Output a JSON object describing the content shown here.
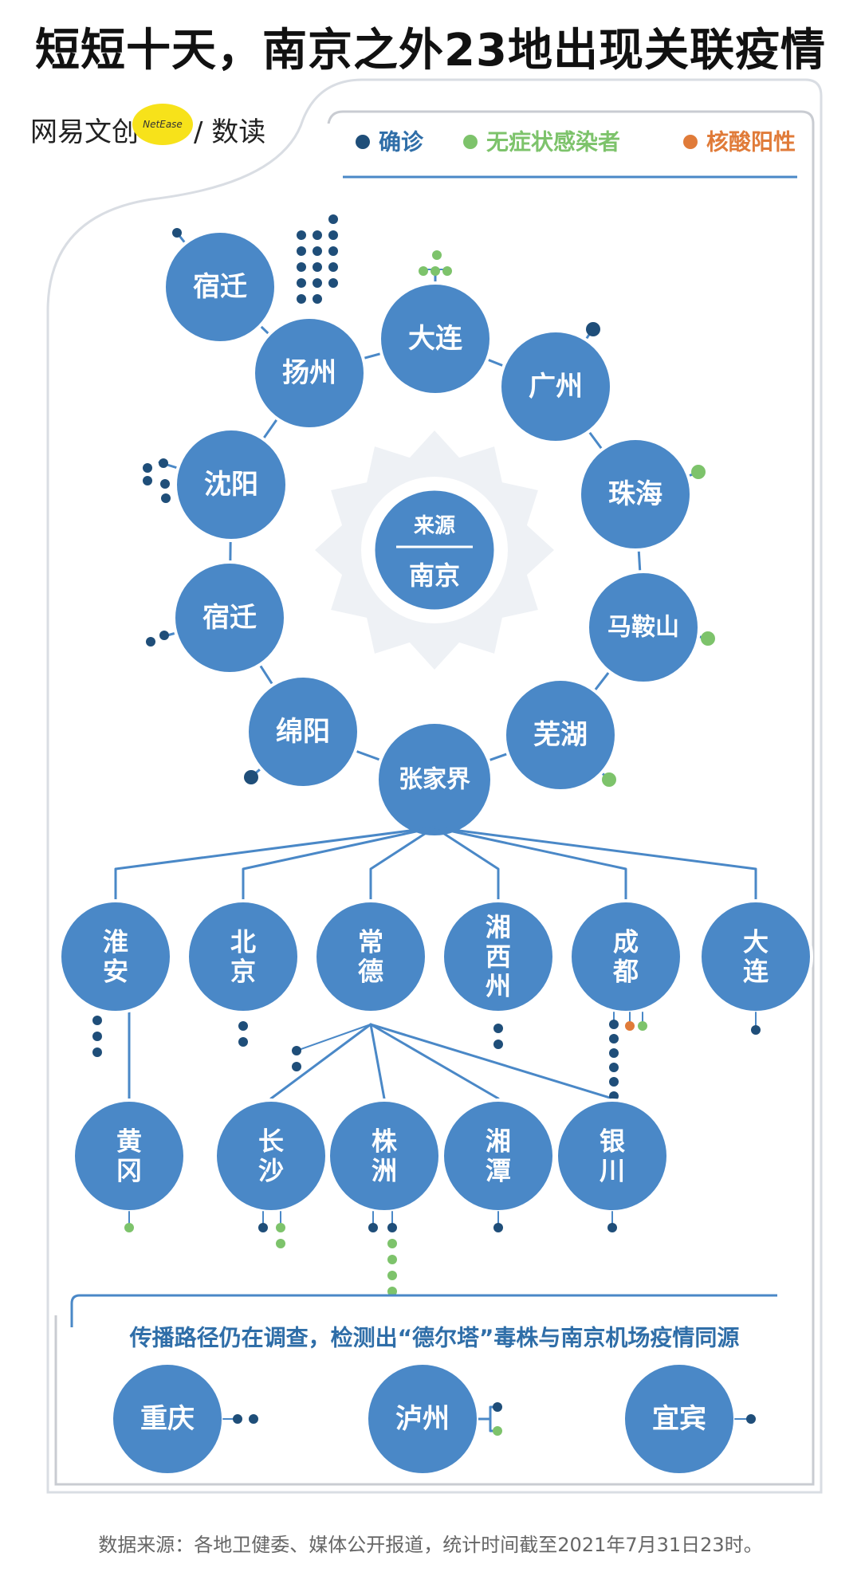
{
  "title": "短短十天，南京之外23地出现关联疫情",
  "brand": {
    "left": "网易文创",
    "badge": "NetEase",
    "right": "/ 数读"
  },
  "legend": [
    {
      "label": "确诊",
      "color": "#1f4e79"
    },
    {
      "label": "无症状感染者",
      "color": "#7dc36b"
    },
    {
      "label": "核酸阳性",
      "color": "#e07b39"
    }
  ],
  "colors": {
    "node": "#4a88c7",
    "node_border": "#ffffff",
    "line": "#4a88c7",
    "gear": "#eef1f5",
    "legend_text_blue": "#2f6ea8"
  },
  "center": {
    "top": "来源",
    "bottom": "南京"
  },
  "ring_nodes": [
    {
      "name": "宿迁",
      "dots": [
        {
          "t": "c",
          "n": 1
        }
      ]
    },
    {
      "name": "扬州",
      "dots": [
        {
          "t": "c",
          "n": 15
        }
      ]
    },
    {
      "name": "大连",
      "dots": [
        {
          "t": "a",
          "n": 4
        }
      ]
    },
    {
      "name": "广州",
      "dots": [
        {
          "t": "c",
          "n": 1
        }
      ]
    },
    {
      "name": "珠海",
      "dots": [
        {
          "t": "a",
          "n": 1
        }
      ]
    },
    {
      "name": "马鞍山",
      "dots": [
        {
          "t": "a",
          "n": 1
        }
      ]
    },
    {
      "name": "芜湖",
      "dots": [
        {
          "t": "a",
          "n": 1
        }
      ]
    },
    {
      "name": "张家界",
      "dots": []
    },
    {
      "name": "绵阳",
      "dots": [
        {
          "t": "c",
          "n": 1
        }
      ]
    },
    {
      "name": "宿迁",
      "dots": [
        {
          "t": "c",
          "n": 2
        }
      ]
    },
    {
      "name": "沈阳",
      "dots": [
        {
          "t": "c",
          "n": 5
        }
      ]
    }
  ],
  "row1": [
    {
      "name": "淮安",
      "dots": [
        {
          "t": "c",
          "n": 3
        }
      ]
    },
    {
      "name": "北京",
      "dots": [
        {
          "t": "c",
          "n": 2
        }
      ]
    },
    {
      "name": "常德",
      "dots": [
        {
          "t": "c",
          "n": 2
        }
      ]
    },
    {
      "name": "湘西州",
      "dots": [
        {
          "t": "c",
          "n": 2
        }
      ]
    },
    {
      "name": "成都",
      "dots": [
        {
          "t": "c",
          "n": 6
        },
        {
          "t": "p",
          "n": 1
        },
        {
          "t": "a",
          "n": 1
        }
      ]
    },
    {
      "name": "大连",
      "dots": [
        {
          "t": "c",
          "n": 1
        }
      ]
    }
  ],
  "row2": [
    {
      "name": "黄冈",
      "dots": [
        {
          "t": "a",
          "n": 1
        }
      ]
    },
    {
      "name": "长沙",
      "dots": [
        {
          "t": "c",
          "n": 1
        },
        {
          "t": "a",
          "n": 2
        }
      ]
    },
    {
      "name": "株洲",
      "dots": [
        {
          "t": "c",
          "n": 2
        },
        {
          "t": "a",
          "n": 4
        }
      ]
    },
    {
      "name": "湘潭",
      "dots": [
        {
          "t": "c",
          "n": 1
        }
      ]
    },
    {
      "name": "银川",
      "dots": [
        {
          "t": "c",
          "n": 1
        }
      ]
    }
  ],
  "bottom_box": {
    "heading": "传播路径仍在调查，检测出“德尔塔”毒株与南京机场疫情同源",
    "nodes": [
      {
        "name": "重庆",
        "dots": [
          {
            "t": "c",
            "n": 2
          }
        ]
      },
      {
        "name": "泸州",
        "dots": [
          {
            "t": "c",
            "n": 1
          },
          {
            "t": "a",
            "n": 1
          }
        ]
      },
      {
        "name": "宜宾",
        "dots": [
          {
            "t": "c",
            "n": 1
          }
        ]
      }
    ]
  },
  "footer": "数据来源：各地卫健委、媒体公开报道，统计时间截至2021年7月31日23时。"
}
